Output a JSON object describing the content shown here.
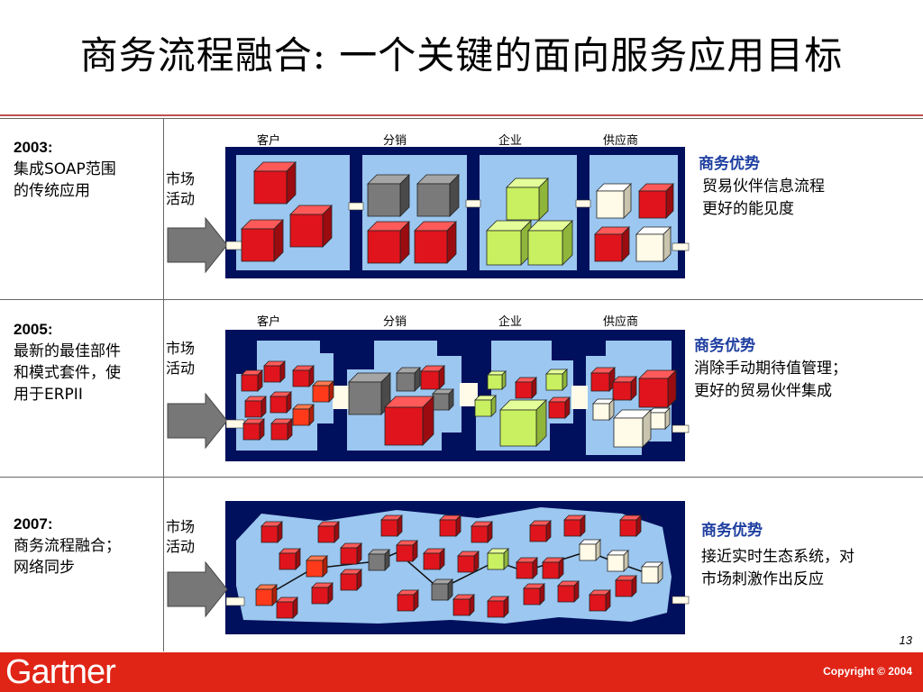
{
  "title": "商务流程融合: 一个关键的面向服务应用目标",
  "columns": [
    "客户",
    "分销",
    "企业",
    "供应商"
  ],
  "market_label": [
    "市场",
    "活动"
  ],
  "rows": [
    {
      "year": "2003:",
      "desc": [
        "集成SOAP范围",
        "的传统应用"
      ],
      "benefit_title": "商务优势",
      "benefit_lines": [
        "贸易伙伴信息流程",
        "更好的能见度"
      ]
    },
    {
      "year": "2005:",
      "desc": [
        "最新的最佳部件",
        "和模式套件，使",
        "用于ERPII"
      ],
      "benefit_title": "商务优势",
      "benefit_lines": [
        "消除手动期待值管理；",
        "更好的贸易伙伴集成"
      ]
    },
    {
      "year": "2007:",
      "desc": [
        "商务流程融合；",
        "网络同步"
      ],
      "benefit_title": "商务优势",
      "benefit_lines": [
        "接近实时生态系统，对",
        "市场刺激作出反应"
      ]
    }
  ],
  "page_number": "13",
  "footer": {
    "logo": "Gartner",
    "copyright": "Copyright © 2004"
  },
  "colors": {
    "navy": "#00105c",
    "light_blue": "#9cc7f0",
    "red": "#e0141c",
    "gray": "#7a7a7a",
    "lime": "#c8f060",
    "cream": "#fffbe8",
    "arrow": "#777777",
    "footer_red": "#e02517",
    "benefit_title": "#1f3fa0"
  }
}
